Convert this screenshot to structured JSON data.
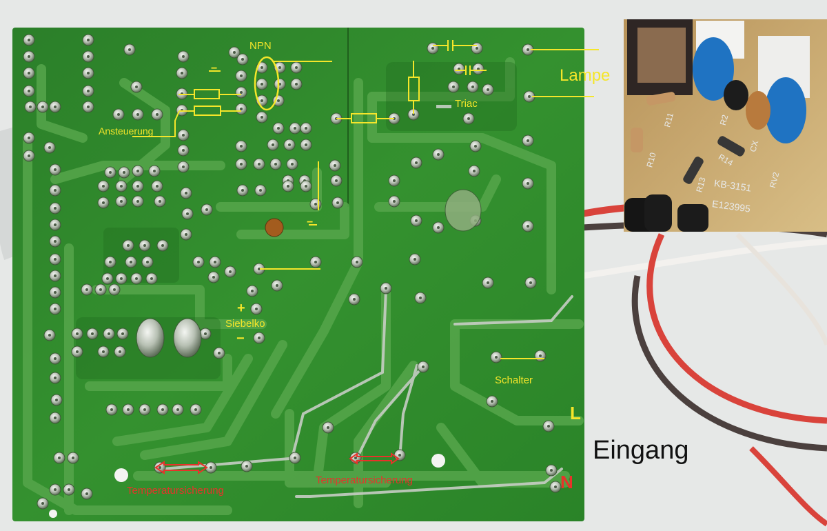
{
  "labels": {
    "npn": "NPN",
    "ansteuerung": "Ansteuerung",
    "triac": "Triac",
    "lampe": "Lampe",
    "siebelko": "Siebelko",
    "plus": "+",
    "minus": "−",
    "schalter": "Schalter",
    "l": "L",
    "n": "N",
    "eingang": "Eingang",
    "temp_left": "Temperatursicherung",
    "temp_right": "Temperatursicherung"
  },
  "inset": {
    "silkscreen": {
      "r11": "R11",
      "r10": "R10",
      "r13": "R13",
      "r14": "R14",
      "r2": "R2",
      "cx": "CX",
      "rv2": "RV2",
      "model": "KB-3151",
      "cert": "E123995"
    }
  },
  "colors": {
    "pcb": "#2f8a2c",
    "trace": "#5aa94f",
    "annotation_yellow": "#f5e62a",
    "annotation_red": "#e8322a",
    "wire_red": "#d9433b",
    "wire_brown": "#4b403e",
    "wire_white": "#f3f1ee",
    "inset_board": "#c9a86a",
    "capacitor_blue": "#1f73c2"
  }
}
